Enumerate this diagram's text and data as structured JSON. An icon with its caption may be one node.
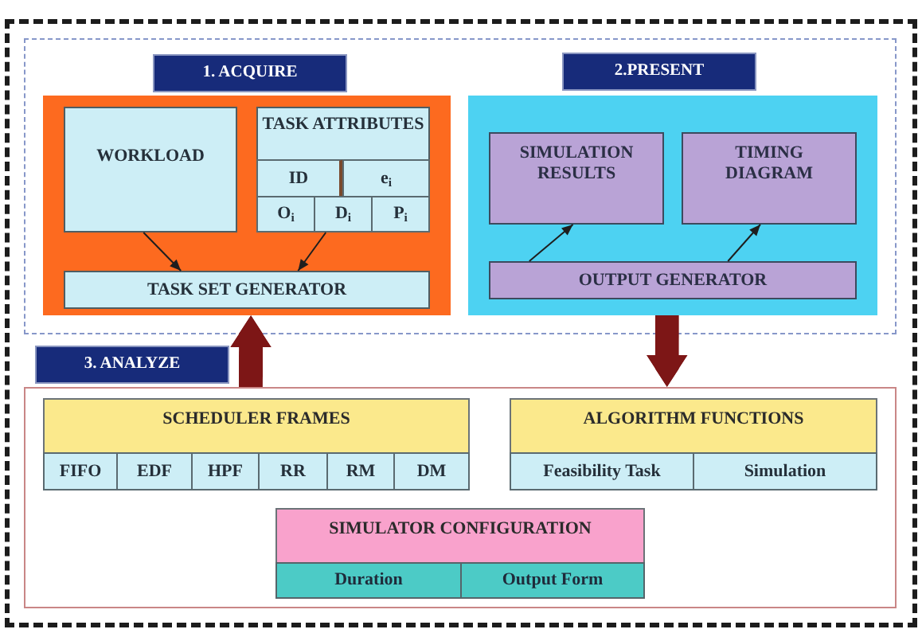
{
  "diagram": {
    "nodes": [
      {
        "text": [],
        "shape": "box"
      },
      {
        "text": [],
        "shape": "box",
        "in": 0
      },
      {
        "text": [
          "1. ACQUIRE"
        ],
        "in": 1
      },
      {
        "text": [],
        "shape": "box",
        "in": 1
      },
      {
        "text": [
          "WORKLOAD"
        ],
        "in": 3
      },
      {
        "text": [
          "TASK ATTRIBUTES"
        ],
        "in": 3
      },
      {
        "text": [
          "ID"
        ],
        "in": 5
      },
      {
        "text": [
          "e$_{i}$"
        ],
        "in": 5
      },
      {
        "text": [
          "O$_{i}$"
        ],
        "in": 5
      },
      {
        "text": [
          "D$_{i}$"
        ],
        "in": 5
      },
      {
        "text": [
          "P$_{i}$"
        ],
        "in": 5
      },
      {
        "text": [
          "TASK SET GENERATOR"
        ],
        "in": 3
      },
      {
        "text": [
          "2.PRESENT"
        ],
        "in": 1
      },
      {
        "text": [],
        "shape": "box",
        "in": 1
      },
      {
        "text": [
          "SIMULATION RESULTS"
        ],
        "in": 13
      },
      {
        "text": [
          "TIMING DIAGRAM"
        ],
        "in": 13
      },
      {
        "text": [
          "OUTPUT GENERATOR"
        ],
        "in": 13
      },
      {
        "text": [
          "3. ANALYZE"
        ],
        "in": 0
      },
      {
        "text": [],
        "shape": "box",
        "in": 0
      },
      {
        "text": [
          "SCHEDULER FRAMES"
        ],
        "in": 18
      },
      {
        "text": [
          "FIFO"
        ],
        "in": 19
      },
      {
        "text": [
          "EDF"
        ],
        "in": 19
      },
      {
        "text": [
          "HPF"
        ],
        "in": 19
      },
      {
        "text": [
          "RR"
        ],
        "in": 19
      },
      {
        "text": [
          "RM"
        ],
        "in": 19
      },
      {
        "text": [
          "DM"
        ],
        "in": 19
      },
      {
        "text": [
          "ALGORITHM FUNCTIONS"
        ],
        "in": 18
      },
      {
        "text": [
          "Feasibility Task"
        ],
        "in": 26
      },
      {
        "text": [
          "Simulation"
        ],
        "in": 26
      },
      {
        "text": [
          "SIMULATOR CONFIGURATION"
        ],
        "in": 18
      },
      {
        "text": [
          "Duration"
        ],
        "in": 29
      },
      {
        "text": [
          "Output Form"
        ],
        "in": 29
      }
    ],
    "edges": [
      {
        "from": 4,
        "to": 11,
        "arrow": "to"
      },
      {
        "from": 5,
        "to": 11,
        "arrow": "to"
      },
      {
        "from": 16,
        "to": 14,
        "arrow": "to"
      },
      {
        "from": 16,
        "to": 15,
        "arrow": "to"
      },
      {
        "from": 18,
        "to": 3,
        "arrow": "to",
        "style": "thick",
        "color": "#7d1616"
      },
      {
        "from": 13,
        "to": 18,
        "arrow": "to",
        "style": "thick",
        "color": "#7d1616"
      }
    ]
  }
}
